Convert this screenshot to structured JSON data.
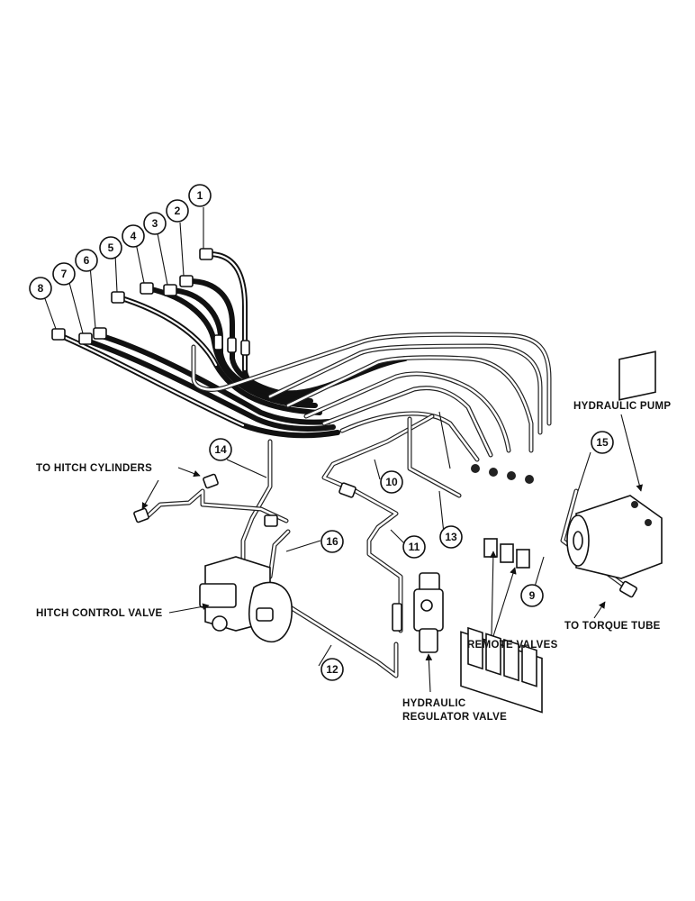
{
  "labels": {
    "hydraulic_pump": "HYDRAULIC PUMP",
    "to_hitch_cylinders": "TO HITCH CYLINDERS",
    "hitch_control_valve": "HITCH CONTROL VALVE",
    "remote_valves": "REMOTE VALVES",
    "to_torque_tube": "TO TORQUE TUBE",
    "hydraulic_regulator_valve_line1": "HYDRAULIC",
    "hydraulic_regulator_valve_line2": "REGULATOR VALVE"
  },
  "callouts": [
    "1",
    "2",
    "3",
    "4",
    "5",
    "6",
    "7",
    "8",
    "9",
    "10",
    "11",
    "12",
    "13",
    "14",
    "15",
    "16"
  ],
  "colors": {
    "ink": "#111111",
    "paper": "#ffffff"
  }
}
